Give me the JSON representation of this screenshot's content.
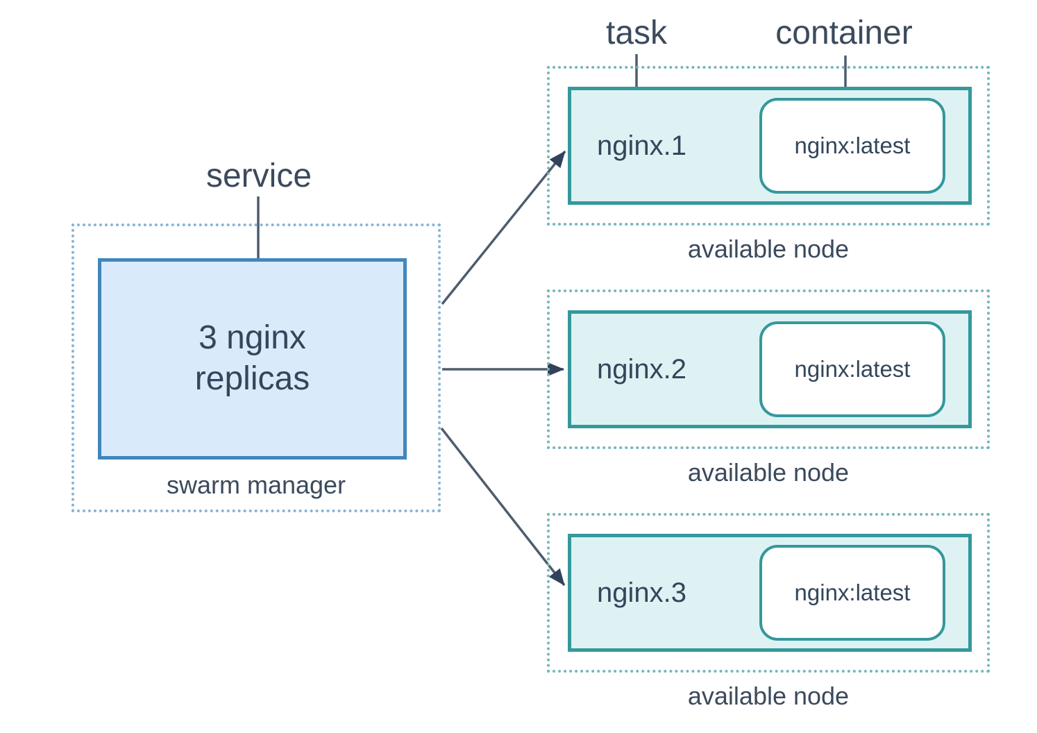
{
  "service_group": {
    "label": "service",
    "replicas_text": "3 nginx replicas",
    "caption": "swarm manager"
  },
  "annotations": {
    "task_label": "task",
    "container_label": "container"
  },
  "nodes": [
    {
      "task_name": "nginx.1",
      "container_image": "nginx:latest",
      "caption": "available node"
    },
    {
      "task_name": "nginx.2",
      "container_image": "nginx:latest",
      "caption": "available node"
    },
    {
      "task_name": "nginx.3",
      "container_image": "nginx:latest",
      "caption": "available node"
    }
  ],
  "colors": {
    "background": "#ffffff",
    "service_box_border": "#4186bb",
    "service_box_fill": "#d9eafb",
    "service_dotted_border": "#86b3d6",
    "node_box_border": "#34989c",
    "node_box_fill": "#def2f4",
    "node_dotted_border": "#74b6bc",
    "container_box_fill": "#ffffff",
    "text": "#3b4a5c",
    "connector_line": "#4e5c6e",
    "arrowhead": "#31425a"
  }
}
